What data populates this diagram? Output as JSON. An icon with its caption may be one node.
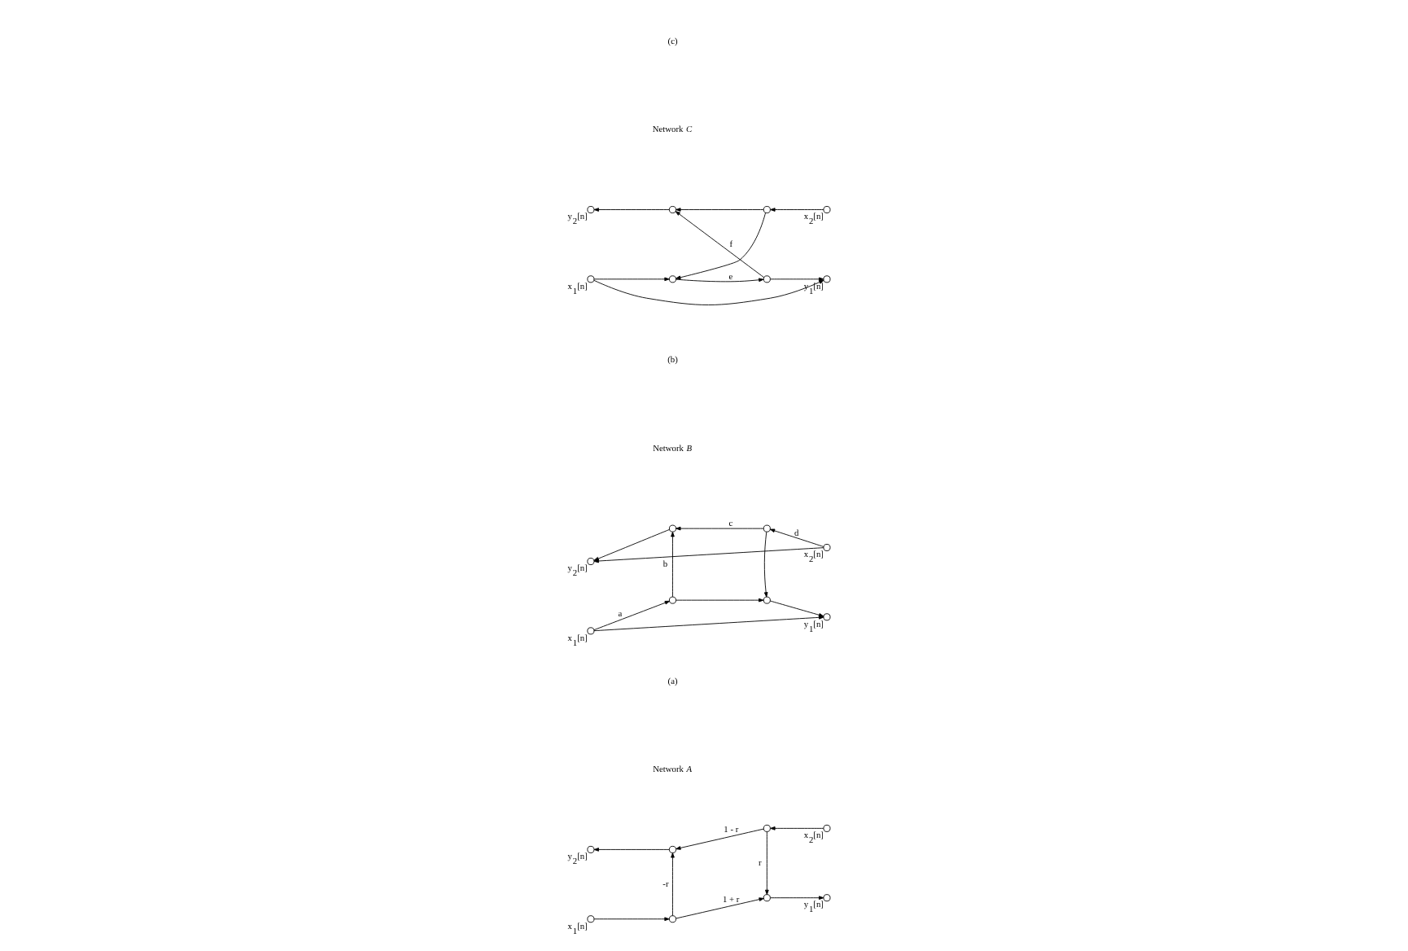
{
  "diagram": {
    "nodes": [
      {
        "text": [],
        "shape": "circle",
        "beside": [
          "x$_{1}$[n]"
        ]
      },
      {
        "text": [],
        "shape": "circle"
      },
      {
        "text": [],
        "shape": "circle"
      },
      {
        "text": [],
        "shape": "circle",
        "beside": [
          "y$_{1}$[n]"
        ]
      },
      {
        "text": [],
        "shape": "circle",
        "beside": [
          "y$_{2}$[n]"
        ]
      },
      {
        "text": [],
        "shape": "circle"
      },
      {
        "text": [],
        "shape": "circle"
      },
      {
        "text": [],
        "shape": "circle",
        "beside": [
          "x$_{2}$[n]"
        ]
      },
      {
        "text": [],
        "shape": "circle",
        "beside": [
          "x$_{1}$[n]"
        ]
      },
      {
        "text": [],
        "shape": "circle"
      },
      {
        "text": [],
        "shape": "circle"
      },
      {
        "text": [],
        "shape": "circle",
        "beside": [
          "y$_{1}$[n]"
        ]
      },
      {
        "text": [],
        "shape": "circle",
        "beside": [
          "y$_{2}$[n]"
        ]
      },
      {
        "text": [],
        "shape": "circle"
      },
      {
        "text": [],
        "shape": "circle"
      },
      {
        "text": [],
        "shape": "circle",
        "beside": [
          "x$_{2}$[n]"
        ]
      },
      {
        "text": [],
        "shape": "circle",
        "beside": [
          "x$_{1}$[n]"
        ]
      },
      {
        "text": [],
        "shape": "circle"
      },
      {
        "text": [],
        "shape": "circle"
      },
      {
        "text": [],
        "shape": "circle",
        "beside": [
          "y$_{1}$[n]"
        ]
      },
      {
        "text": [],
        "shape": "circle",
        "beside": [
          "y$_{2}$[n]"
        ]
      },
      {
        "text": [],
        "shape": "circle"
      },
      {
        "text": [],
        "shape": "circle"
      },
      {
        "text": [],
        "shape": "circle",
        "beside": [
          "x$_{2}$[n]"
        ]
      }
    ],
    "edges": [
      {
        "from": 0,
        "to": 1,
        "arrow": "to"
      },
      {
        "from": 1,
        "to": 2,
        "arrow": "to",
        "label": "1 + r"
      },
      {
        "from": 2,
        "to": 3,
        "arrow": "to"
      },
      {
        "from": 1,
        "to": 5,
        "arrow": "to",
        "label": "-r"
      },
      {
        "from": 6,
        "to": 2,
        "arrow": "to",
        "label": "r"
      },
      {
        "from": 7,
        "to": 6,
        "arrow": "to"
      },
      {
        "from": 6,
        "to": 5,
        "arrow": "to",
        "label": "1 - r"
      },
      {
        "from": 5,
        "to": 4,
        "arrow": "to"
      },
      {
        "from": 8,
        "to": 11,
        "arrow": "to"
      },
      {
        "from": 8,
        "to": 9,
        "arrow": "to",
        "label": "a"
      },
      {
        "from": 9,
        "to": 10,
        "arrow": "to"
      },
      {
        "from": 10,
        "to": 11,
        "arrow": "to"
      },
      {
        "from": 9,
        "to": 13,
        "arrow": "to",
        "label": "b"
      },
      {
        "from": 14,
        "to": 10,
        "arrow": "to"
      },
      {
        "from": 15,
        "to": 14,
        "arrow": "to",
        "label": "d"
      },
      {
        "from": 14,
        "to": 13,
        "arrow": "to",
        "label": "c"
      },
      {
        "from": 13,
        "to": 12,
        "arrow": "to"
      },
      {
        "from": 15,
        "to": 12,
        "arrow": "to"
      },
      {
        "from": 16,
        "to": 19,
        "arrow": "to"
      },
      {
        "from": 16,
        "to": 17,
        "arrow": "to"
      },
      {
        "from": 17,
        "to": 18,
        "arrow": "to",
        "label": "e"
      },
      {
        "from": 18,
        "to": 19,
        "arrow": "to"
      },
      {
        "from": 18,
        "to": 21,
        "arrow": "to",
        "label": "f"
      },
      {
        "from": 22,
        "to": 17,
        "arrow": "to"
      },
      {
        "from": 23,
        "to": 22,
        "arrow": "to"
      },
      {
        "from": 22,
        "to": 21,
        "arrow": "to"
      },
      {
        "from": 21,
        "to": 20,
        "arrow": "to"
      }
    ],
    "labels": [
      "Network *A*",
      "(a)",
      "Network *B*",
      "(b)",
      "Network *C*",
      "(c)"
    ]
  }
}
